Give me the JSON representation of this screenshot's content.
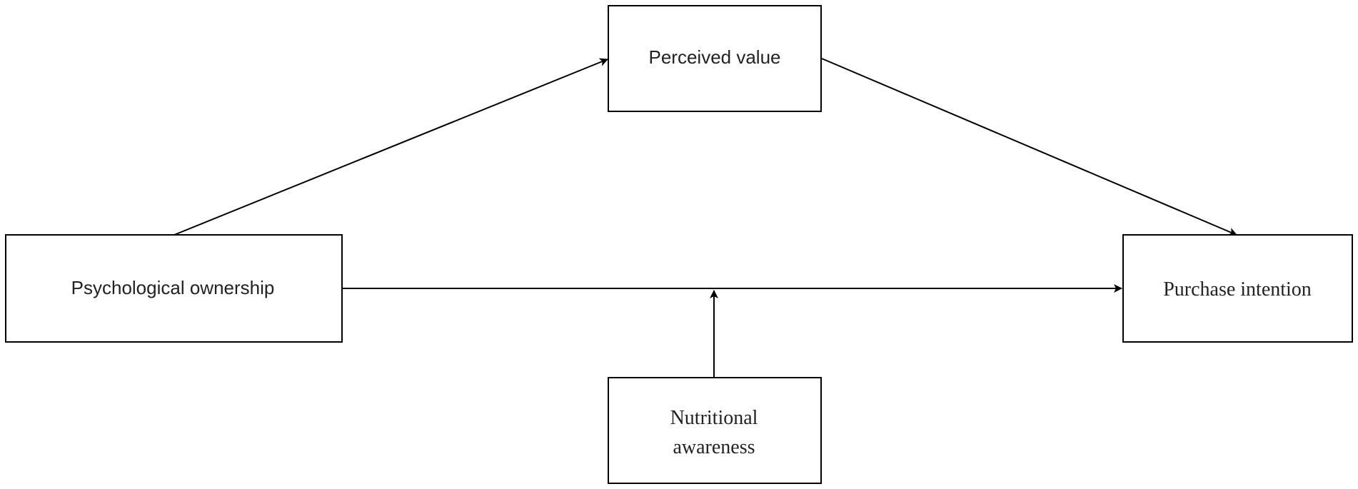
{
  "diagram": {
    "nodes": {
      "perceived_value": {
        "label": "Perceived value"
      },
      "psychological_ownership": {
        "label": "Psychological ownership"
      },
      "purchase_intention": {
        "label": "Purchase intention"
      },
      "nutritional_awareness": {
        "lines": [
          "Nutritional",
          "awareness"
        ]
      }
    },
    "edges": [
      {
        "from": "psychological_ownership",
        "to": "perceived_value"
      },
      {
        "from": "perceived_value",
        "to": "purchase_intention"
      },
      {
        "from": "psychological_ownership",
        "to": "purchase_intention"
      },
      {
        "from": "nutritional_awareness",
        "to": "psychological_ownership->purchase_intention"
      }
    ]
  }
}
